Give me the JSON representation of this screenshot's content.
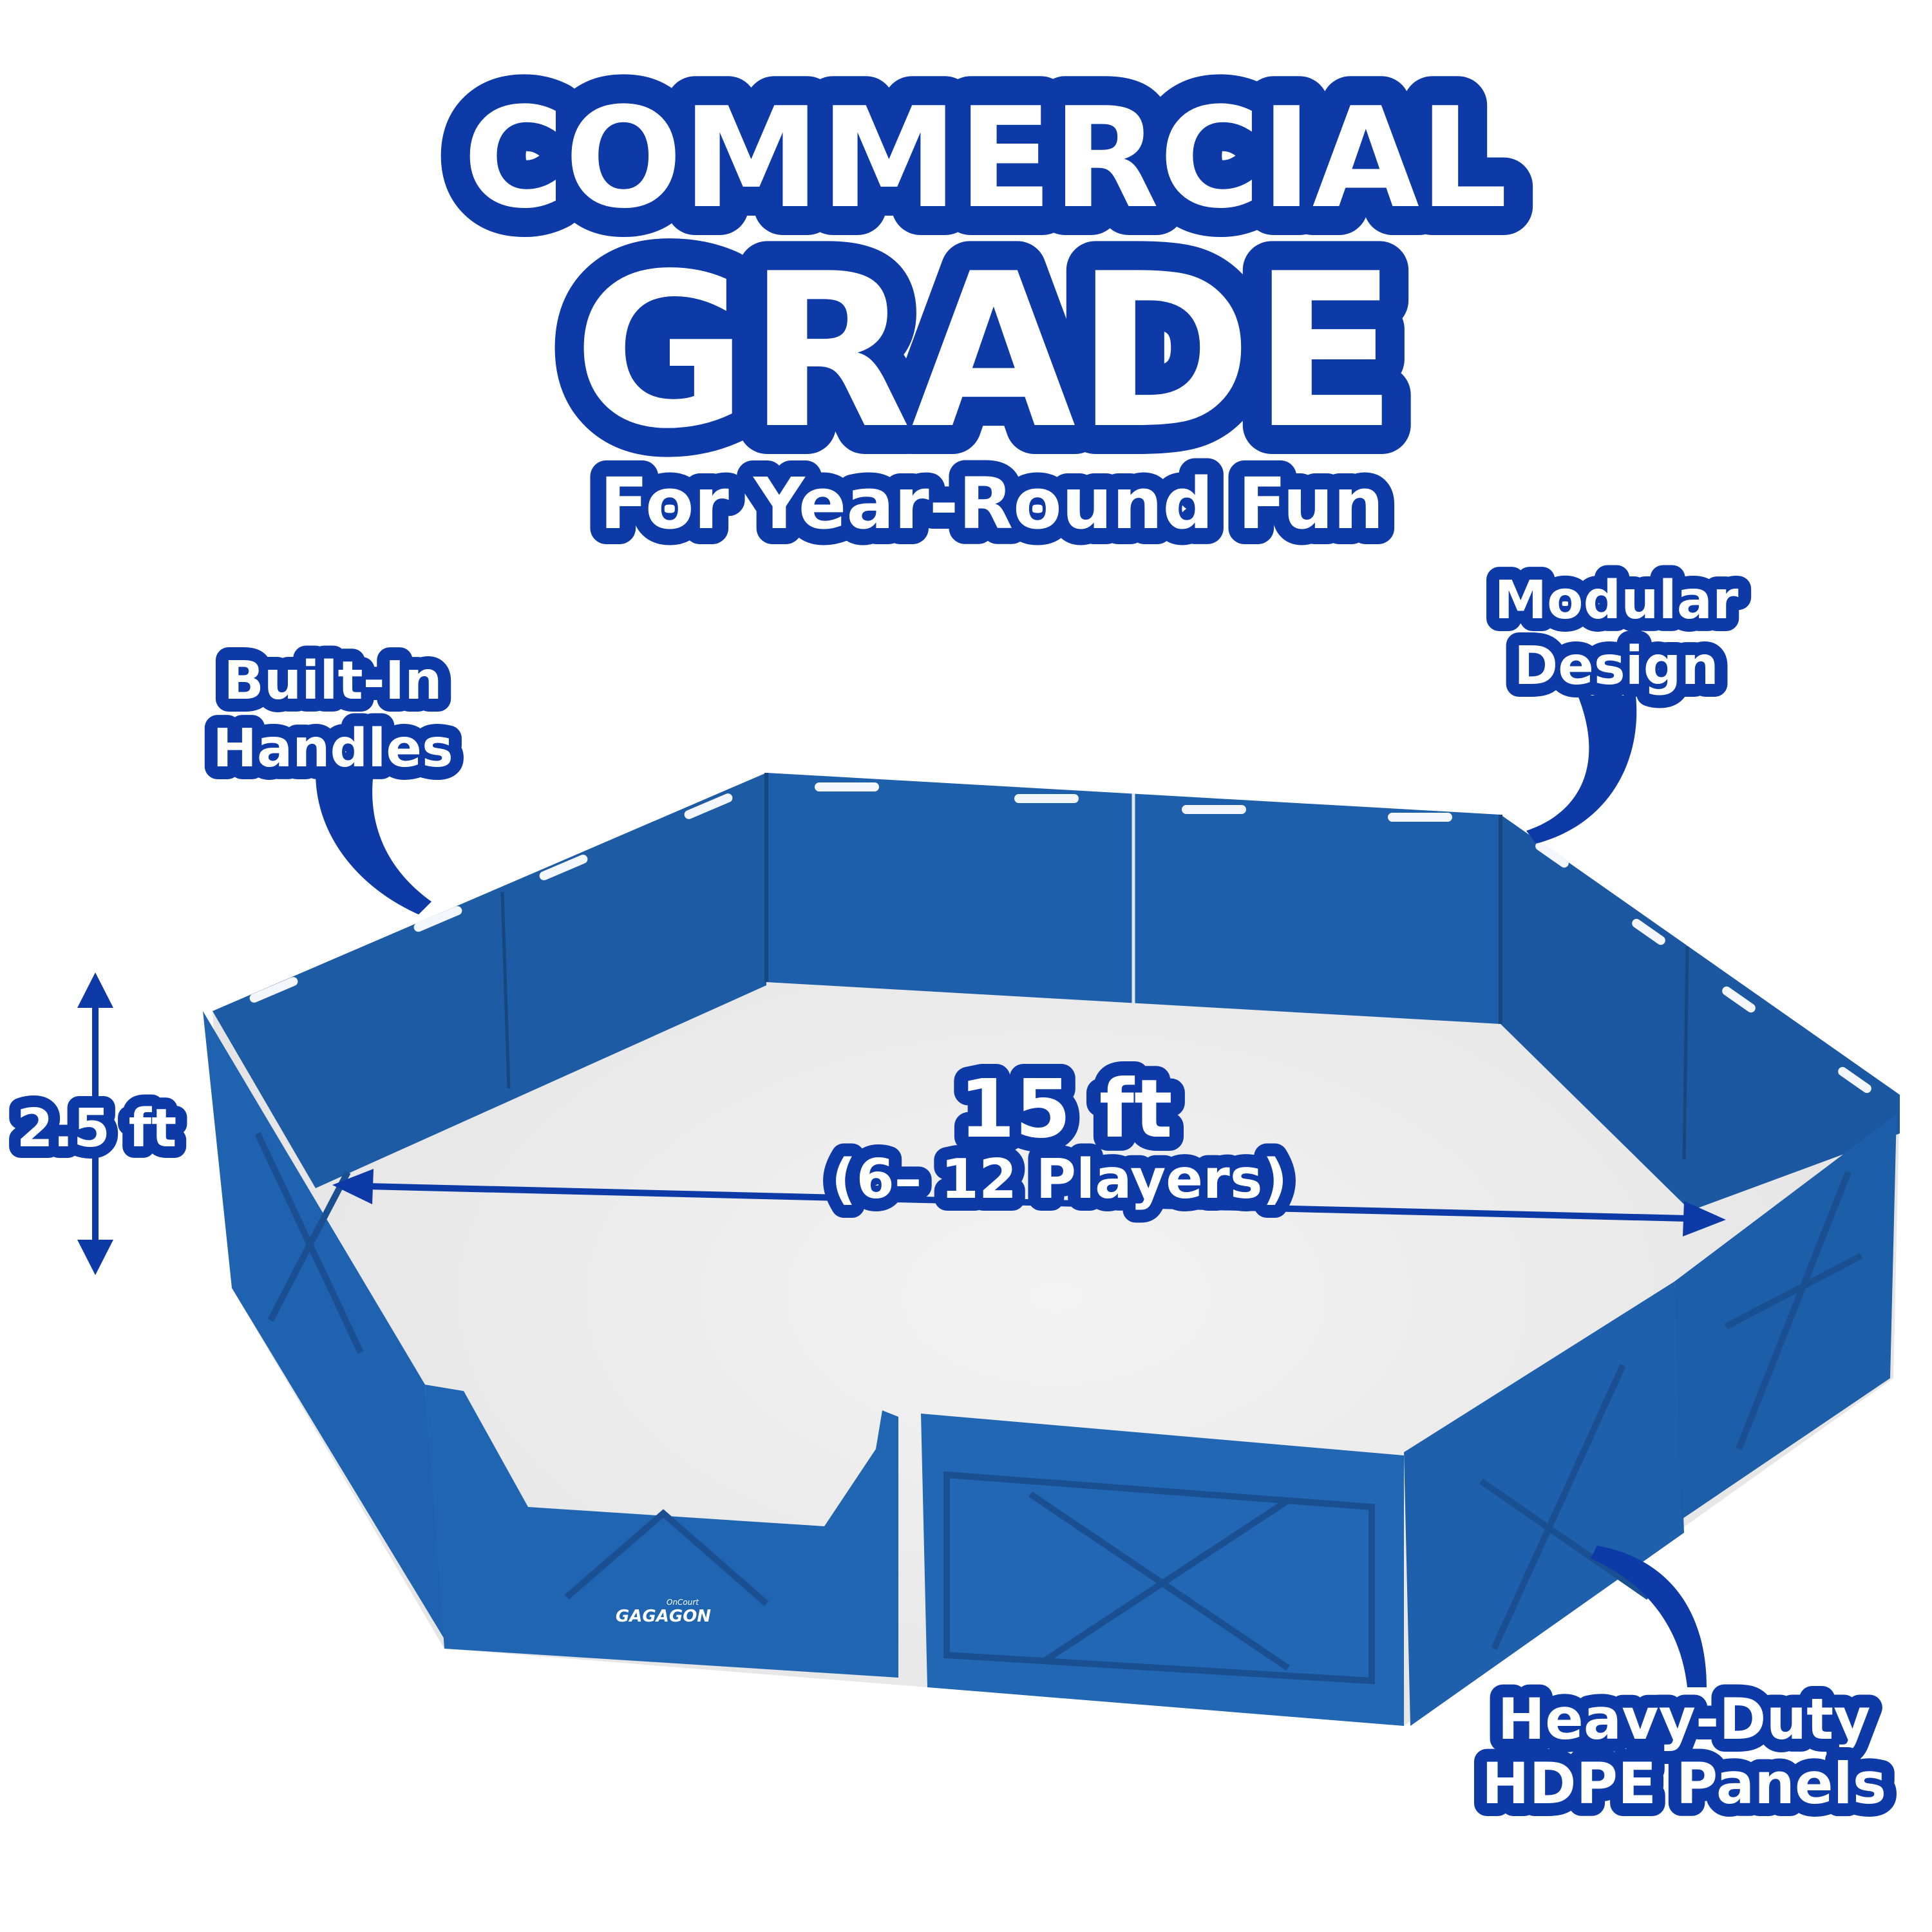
{
  "headline": {
    "line1": "COMMERCIAL",
    "line2": "GRADE",
    "tagline": "For Year-Round Fun"
  },
  "callouts": {
    "handles": [
      "Built-In",
      "Handles"
    ],
    "modular": [
      "Modular",
      "Design"
    ],
    "height": "2.5 ft",
    "width": "15 ft",
    "players": "(6– 12 Players)",
    "panels": [
      "Heavy-Duty",
      "HDPE Panels"
    ]
  },
  "product": {
    "brand_small": "OnCourt",
    "brand": "GAGAGON"
  },
  "colors": {
    "brand_blue": "#0e3aa8",
    "panel_blue": "#1f62ad",
    "panel_dark": "#1a549a",
    "floor": "#ececec"
  }
}
